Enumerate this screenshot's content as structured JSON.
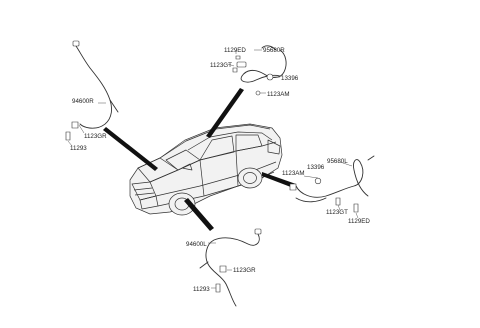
{
  "labels": {
    "fr_sensor": "95680R",
    "fr_bolt_a": "1129ED",
    "fr_bolt_b": "1123GT",
    "fr_nut": "13396",
    "fr_clip": "1123AM",
    "fl_harness": "94600R",
    "fl_clip": "1123GR",
    "fl_bolt": "11293",
    "rr_clip": "1123AM",
    "rr_nut": "13396",
    "rr_sensor": "95680L",
    "rr_bolt_a": "1123GT",
    "rr_bolt_b": "1129ED",
    "rl_harness": "94600L",
    "rl_clip": "1123GR",
    "rl_bolt": "11293"
  }
}
